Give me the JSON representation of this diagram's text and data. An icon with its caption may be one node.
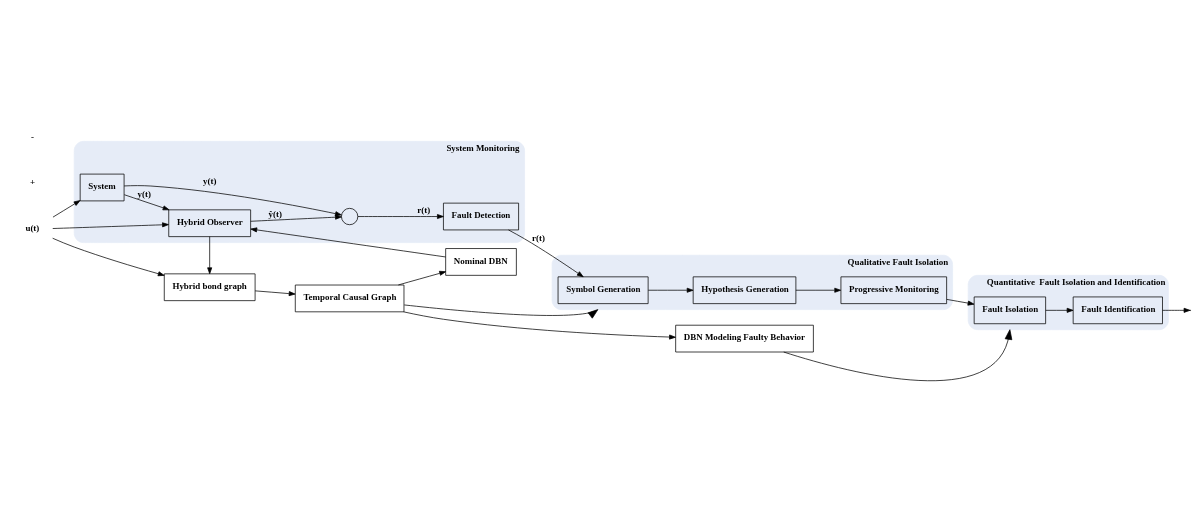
{
  "diagram": {
    "nodes": [
      {
        "text": [
          "System Monitoring"
        ]
      },
      {
        "text": [
          "System"
        ],
        "in": 0
      },
      {
        "text": [
          "Hybrid Observer"
        ],
        "in": 0
      },
      {
        "text": [],
        "shape": "circle",
        "in": 0
      },
      {
        "text": [
          "Fault Detection"
        ],
        "in": 0
      },
      {
        "text": [
          "Qualitative Fault Isolation"
        ]
      },
      {
        "text": [
          "Symbol Generation"
        ],
        "in": 5
      },
      {
        "text": [
          "Hypothesis Generation"
        ],
        "in": 5
      },
      {
        "text": [
          "Progressive Monitoring"
        ],
        "in": 5
      },
      {
        "text": [
          "Quantitative  Fault Isolation and Identification"
        ]
      },
      {
        "text": [
          "Fault Isolation"
        ],
        "in": 9
      },
      {
        "text": [
          "Fault Identification"
        ],
        "in": 9
      },
      {
        "text": [
          "u(t)"
        ]
      },
      {
        "text": [
          "Nominal DBN"
        ]
      },
      {
        "text": [
          "Temporal Causal Graph"
        ]
      },
      {
        "text": [
          "DBN Modeling Faulty Behavior"
        ]
      },
      {
        "text": [
          "Hybrid bond graph"
        ]
      }
    ],
    "edges": [
      {
        "from": 12,
        "to": 1,
        "arrow": "to"
      },
      {
        "from": 12,
        "to": 2,
        "arrow": "to"
      },
      {
        "from": 12,
        "to": 16,
        "arrow": "to"
      },
      {
        "from": 1,
        "to": 3,
        "arrow": "to",
        "label": "y(t)"
      },
      {
        "from": 1,
        "to": 2,
        "arrow": "to",
        "label": "y(t)"
      },
      {
        "from": 2,
        "to": 3,
        "arrow": "to",
        "label": "ŷ(t)"
      },
      {
        "from": 2,
        "to": 16,
        "arrow": "to"
      },
      {
        "from": 3,
        "to": 4,
        "arrow": "to",
        "label": "r(t)"
      },
      {
        "from": 4,
        "to": 6,
        "arrow": "to",
        "label": "r(t)"
      },
      {
        "from": 6,
        "to": 7,
        "arrow": "to"
      },
      {
        "from": 7,
        "to": 8,
        "arrow": "to"
      },
      {
        "from": 8,
        "to": 10,
        "arrow": "to"
      },
      {
        "from": 10,
        "to": 11,
        "arrow": "to"
      },
      {
        "from": 11,
        "to": null,
        "arrow": "to"
      },
      {
        "from": 13,
        "to": 2,
        "arrow": "to"
      },
      {
        "from": 14,
        "to": 13,
        "arrow": "to"
      },
      {
        "from": 14,
        "to": 15,
        "arrow": "to"
      },
      {
        "from": 14,
        "to": 5,
        "arrow": "to"
      },
      {
        "from": 15,
        "to": 9,
        "arrow": "to"
      },
      {
        "from": 16,
        "to": 14,
        "arrow": "to"
      }
    ],
    "labels": [
      "+",
      "-"
    ]
  }
}
